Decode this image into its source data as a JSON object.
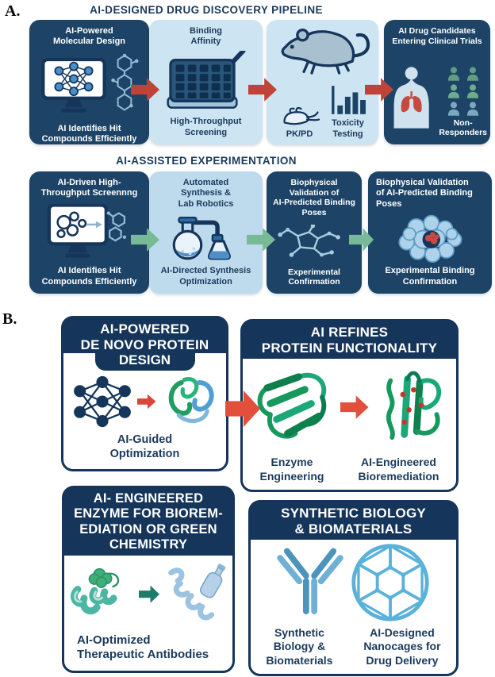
{
  "colors": {
    "navy_box": "#1d4467",
    "navy_dark": "#15355a",
    "light_blue_box": "#cde4f2",
    "light_blue_box_2": "#bedbee",
    "red_arrow": "#bf4338",
    "red_arrow_bright": "#e2503c",
    "green_arrow": "#79ba96",
    "teal_arrow": "#1d7d6b",
    "lungs_red": "#c64a42",
    "responder_green": "#69a88b",
    "nonresponder_gray": "#7ba7bf",
    "protein_green": "#1aa065",
    "nanocage_blue": "#5ab2da"
  },
  "panel_a": {
    "label": "A.",
    "pipeline": {
      "title": "AI-DESIGNED DRUG DISCOVERY PIPELINE",
      "steps": [
        {
          "top": "AI-Powered\nMolecular Design",
          "bottom": "AI Identifies Hit\nCompounds Efficiently",
          "icons": [
            "monitor-neural-network-icon",
            "molecule-icon"
          ]
        },
        {
          "top": "Binding\nAffinity",
          "bottom": "High-Throughput\nScreening",
          "icons": [
            "microplate-icon",
            "pipette-icon"
          ]
        },
        {
          "pkpd_label": "PK/PD",
          "toxicity_label": "Toxicity\nTesting",
          "icons": [
            "rat-icon",
            "mouse-icon",
            "toxicity-bar-chart-icon"
          ]
        },
        {
          "top": "AI Drug Candidates\nEntering Clinical Trials",
          "nonresponders_label": "Non-\nResponders",
          "icons": [
            "human-lungs-icon",
            "responders-people-icon"
          ]
        }
      ]
    },
    "experimentation": {
      "title": "AI-ASSISTED EXPERIMENTATION",
      "steps": [
        {
          "top": "AI-Driven High-\nThroughput Screennng",
          "bottom": "AI Identifies Hit\nCompounds Efficiently",
          "icons": [
            "monitor-molecule-icon",
            "hit-molecule-icon"
          ]
        },
        {
          "top": "Automated\nSynthesis &\nLab Robotics",
          "bottom": "AI-Directed Synthesis\nOptimization",
          "icons": [
            "flasks-icon"
          ]
        },
        {
          "top": "Biophysical\nValidation of\nAI-Predicted Binding\nPoses",
          "bottom": "Experimental\nConfirmation",
          "icons": [
            "stick-molecule-icon"
          ]
        },
        {
          "top": "Biophysical Validation\nof AI-Predicted Binding\nPoses",
          "bottom": "Experimental Binding\nConfirmation",
          "icons": [
            "protein-surface-ligand-icon"
          ]
        }
      ]
    }
  },
  "panel_b": {
    "label": "B.",
    "cards": [
      {
        "title": "AI-POWERED\nDE NOVO PROTEIN",
        "title_tab": "DESIGN",
        "caption": "AI-Guided\nOptimization",
        "icons": [
          "neural-network-icon",
          "red-arrow-icon",
          "protein-ribbon-icon"
        ]
      },
      {
        "title": "AI REFINES\nPROTEIN FUNCTIONALITY",
        "captions": [
          "Enzyme\nEngineering",
          "AI-Engineered\nBioremediation"
        ],
        "icons": [
          "enzyme-ribbon-icon",
          "red-arrow-icon",
          "mutated-ribbon-icon"
        ]
      },
      {
        "title": "AI- ENGINEERED\nENZYME FOR BIOREM-\nEDIATION OR GREEN\nCHEMISTRY",
        "caption": "AI-Optimized\nTherapeutic Antibodies",
        "icons": [
          "enzyme-blob-icon",
          "teal-arrow-icon",
          "degraded-polymer-bottle-icon"
        ]
      },
      {
        "title": "SYNTHETIC BIOLOGY\n& BIOMATERIALS",
        "captions": [
          "Synthetic\nBiology &\nBiomaterials",
          "AI-Designed\nNanocages for\nDrug Delivery"
        ],
        "icons": [
          "antibody-icon",
          "nanocage-icon"
        ]
      }
    ]
  }
}
